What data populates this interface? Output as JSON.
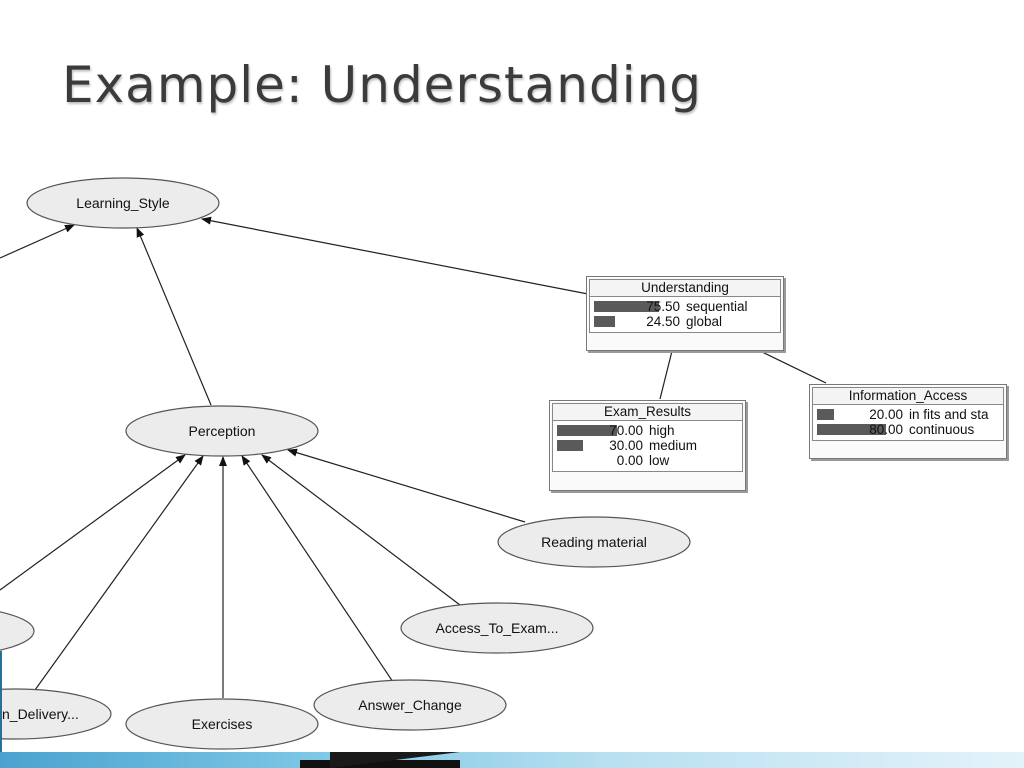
{
  "slide": {
    "title": "Example: Understanding"
  },
  "nodes": {
    "learning_style": "Learning_Style",
    "perception": "Perception",
    "reading_material": "Reading material",
    "access_to_exam": "Access_To_Exam...",
    "answer_change": "Answer_Change",
    "exercises": "Exercises",
    "delivery": "n_Delivery..."
  },
  "cpts": {
    "understanding": {
      "title": "Understanding",
      "rows": [
        {
          "value": "75.50",
          "state": "sequential",
          "prob": 0.755
        },
        {
          "value": "24.50",
          "state": "global",
          "prob": 0.245
        }
      ]
    },
    "exam_results": {
      "title": "Exam_Results",
      "rows": [
        {
          "value": "70.00",
          "state": "high",
          "prob": 0.7
        },
        {
          "value": "30.00",
          "state": "medium",
          "prob": 0.3
        },
        {
          "value": "0.00",
          "state": "low",
          "prob": 0.0
        }
      ]
    },
    "information_access": {
      "title": "Information_Access",
      "rows": [
        {
          "value": "20.00",
          "state": "in fits and sta",
          "prob": 0.2
        },
        {
          "value": "80.00",
          "state": "continuous",
          "prob": 0.8
        }
      ]
    }
  }
}
